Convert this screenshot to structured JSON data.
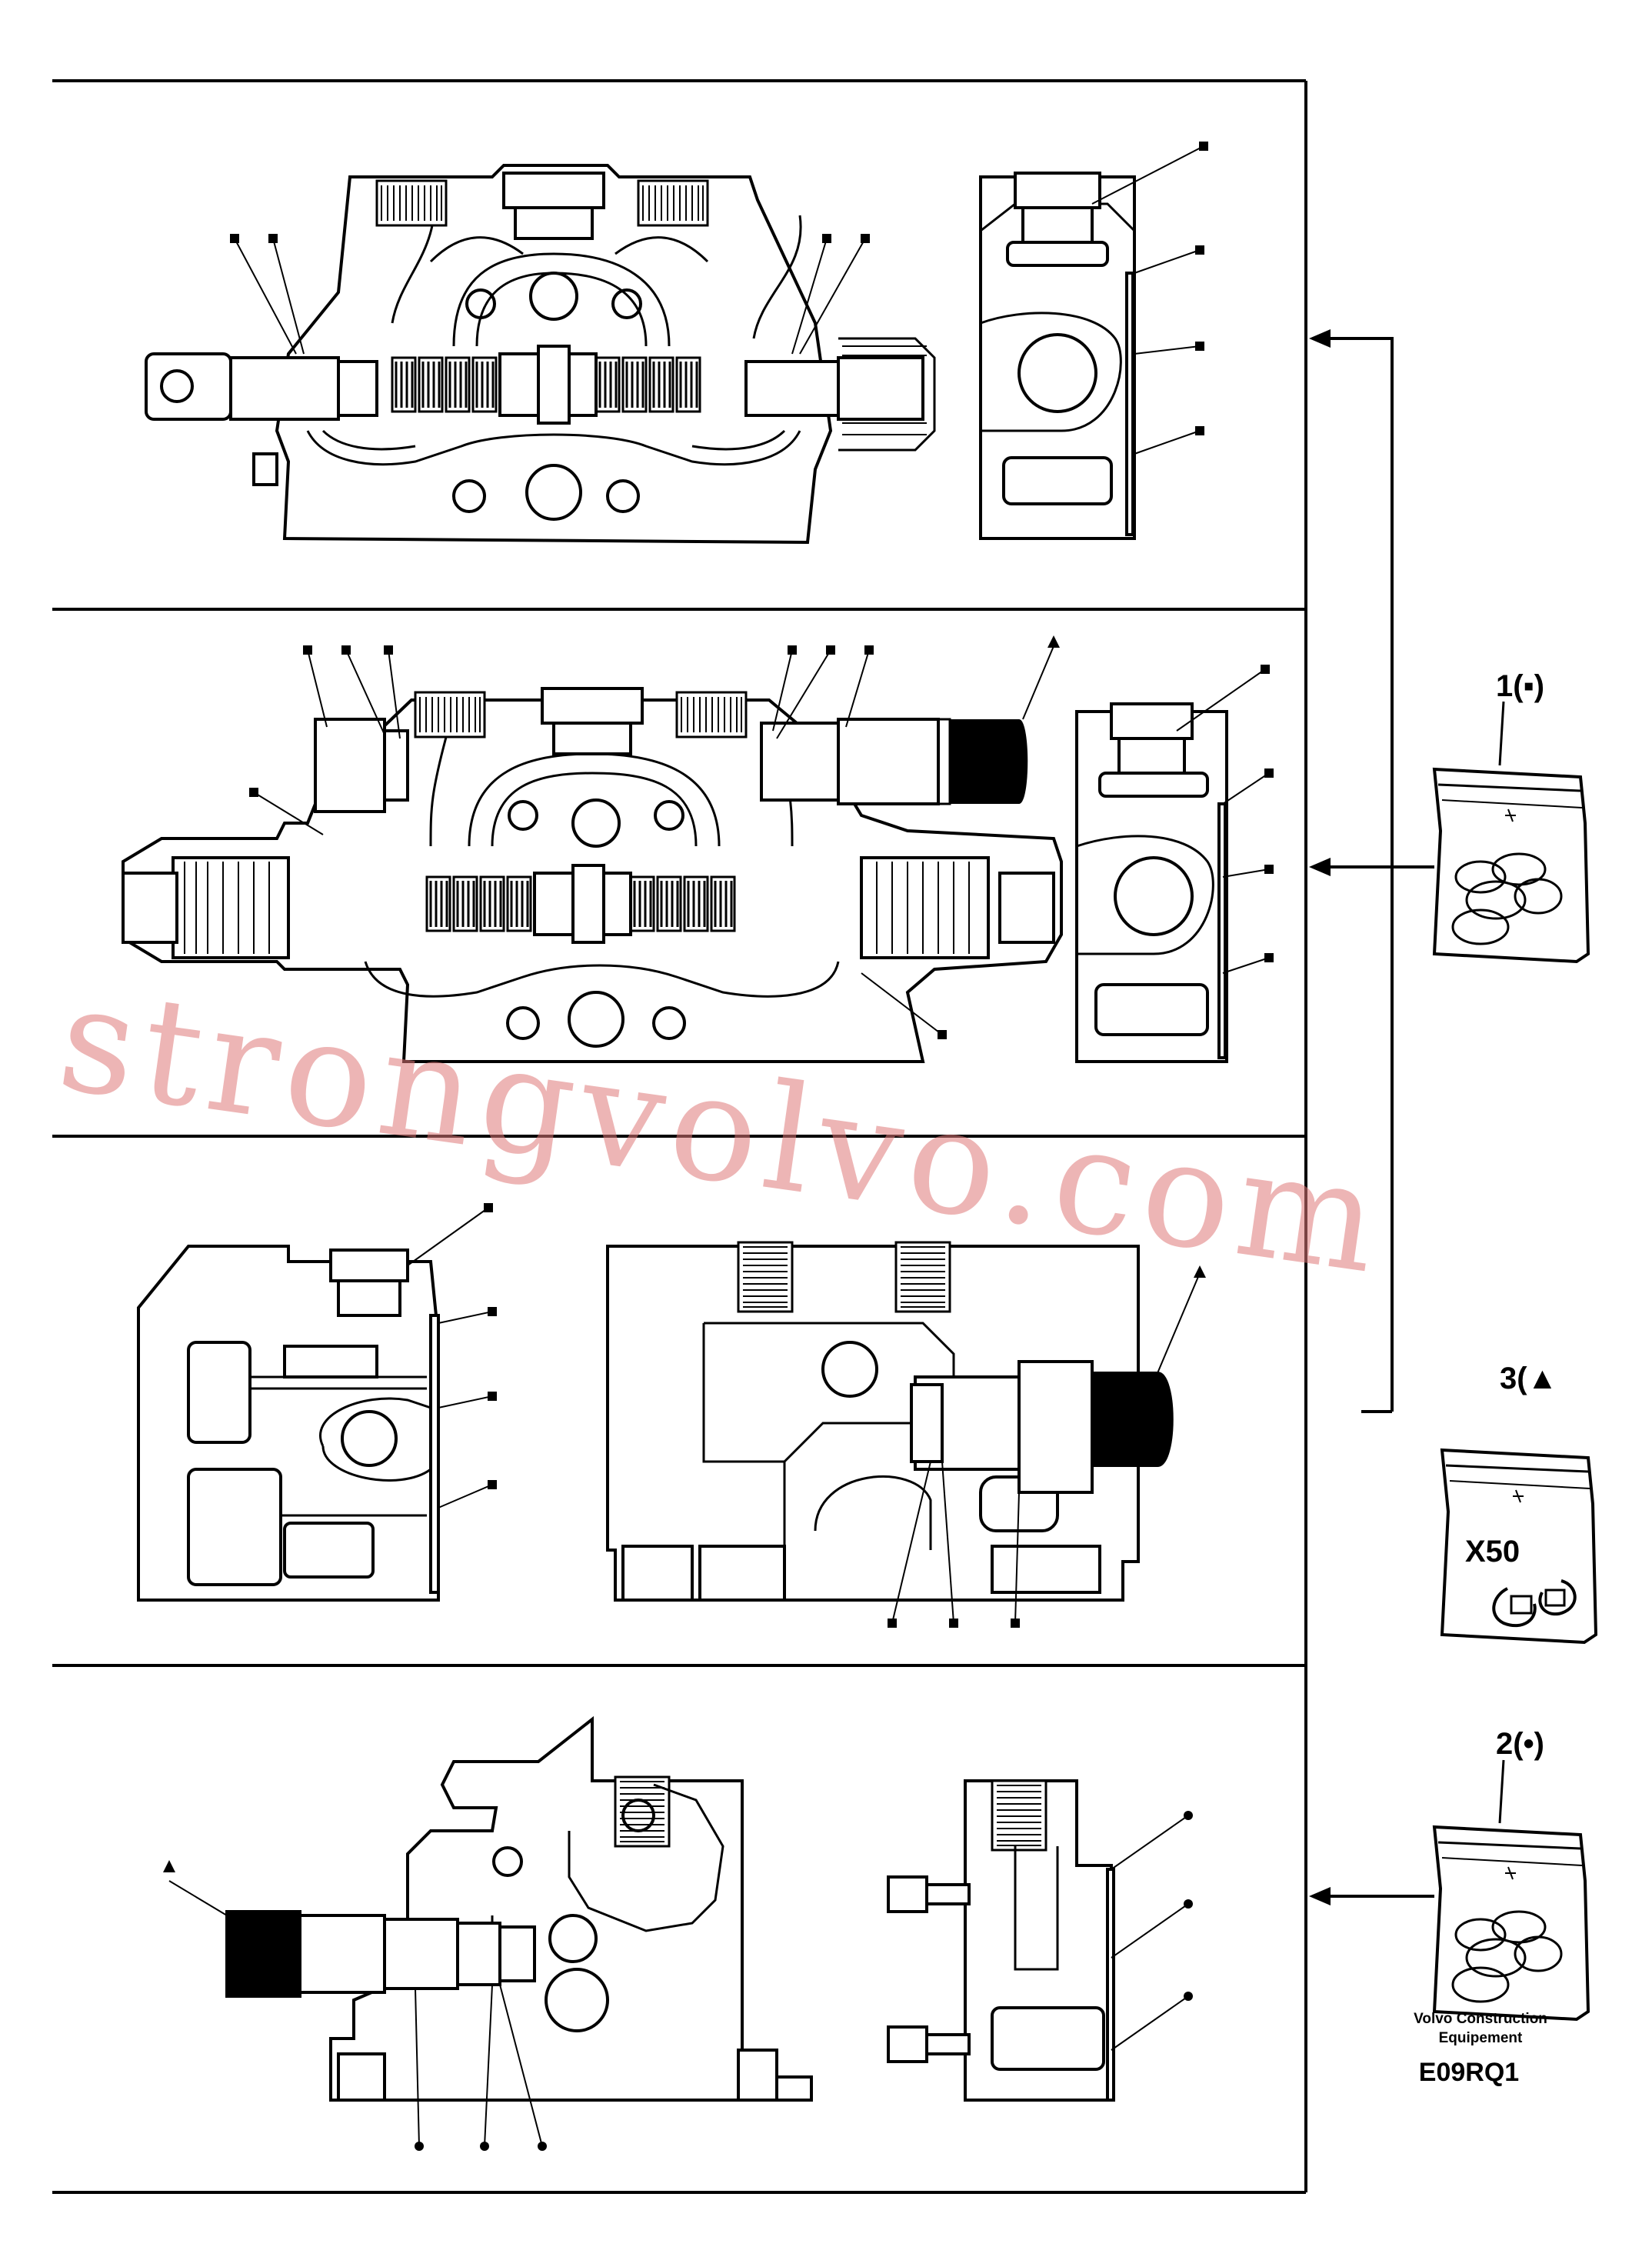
{
  "kits": [
    {
      "label": "1(▪)",
      "note": ""
    },
    {
      "label": "3(▲",
      "note": "X50"
    },
    {
      "label": "2(•)",
      "note": ""
    }
  ],
  "footer": {
    "brand_line1": "Volvo Construction",
    "brand_line2": "Equipement",
    "code": "E09RQ1"
  },
  "watermark": "strongvolvo.com"
}
